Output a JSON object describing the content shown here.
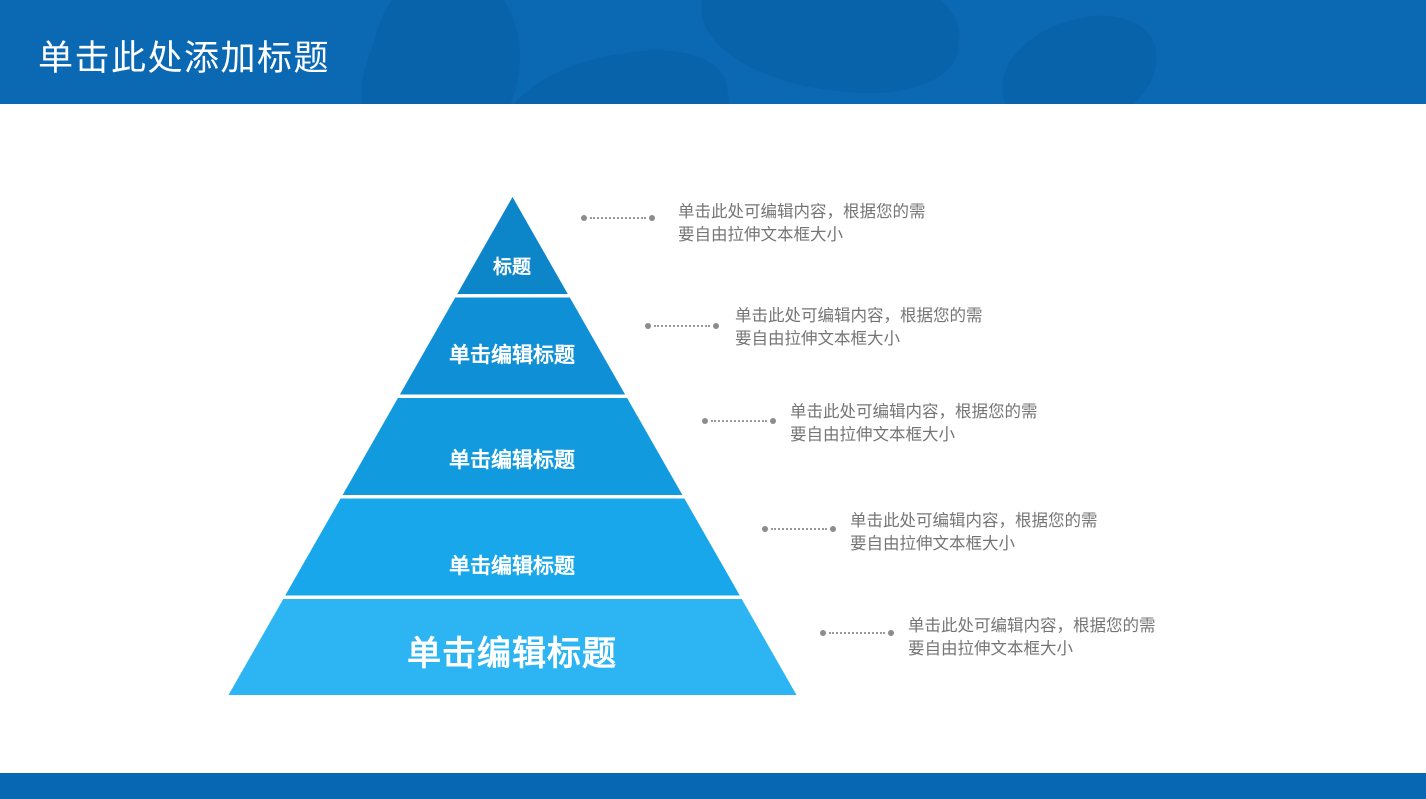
{
  "header": {
    "title": "单击此处添加标题",
    "background": "#0b69b3"
  },
  "footer": {
    "background": "#0767b2"
  },
  "pyramid": {
    "levels": [
      {
        "label": "标题",
        "color": "#0d85c9"
      },
      {
        "label": "单击编辑标题",
        "color": "#0f8fd5"
      },
      {
        "label": "单击编辑标题",
        "color": "#119bde"
      },
      {
        "label": "单击编辑标题",
        "color": "#18a7ea"
      },
      {
        "label": "单击编辑标题",
        "color": "#2db4f2"
      }
    ]
  },
  "annotations": [
    {
      "line1": "单击此处可编辑内容，根据您的需",
      "line2": "要自由拉伸文本框大小"
    },
    {
      "line1": "单击此处可编辑内容，根据您的需",
      "line2": "要自由拉伸文本框大小"
    },
    {
      "line1": "单击此处可编辑内容，根据您的需",
      "line2": "要自由拉伸文本框大小"
    },
    {
      "line1": "单击此处可编辑内容，根据您的需",
      "line2": "要自由拉伸文本框大小"
    },
    {
      "line1": "单击此处可编辑内容，根据您的需",
      "line2": "要自由拉伸文本框大小"
    }
  ],
  "colors": {
    "annotation_text": "#757575",
    "leader_dot": "#8c8c8c"
  }
}
